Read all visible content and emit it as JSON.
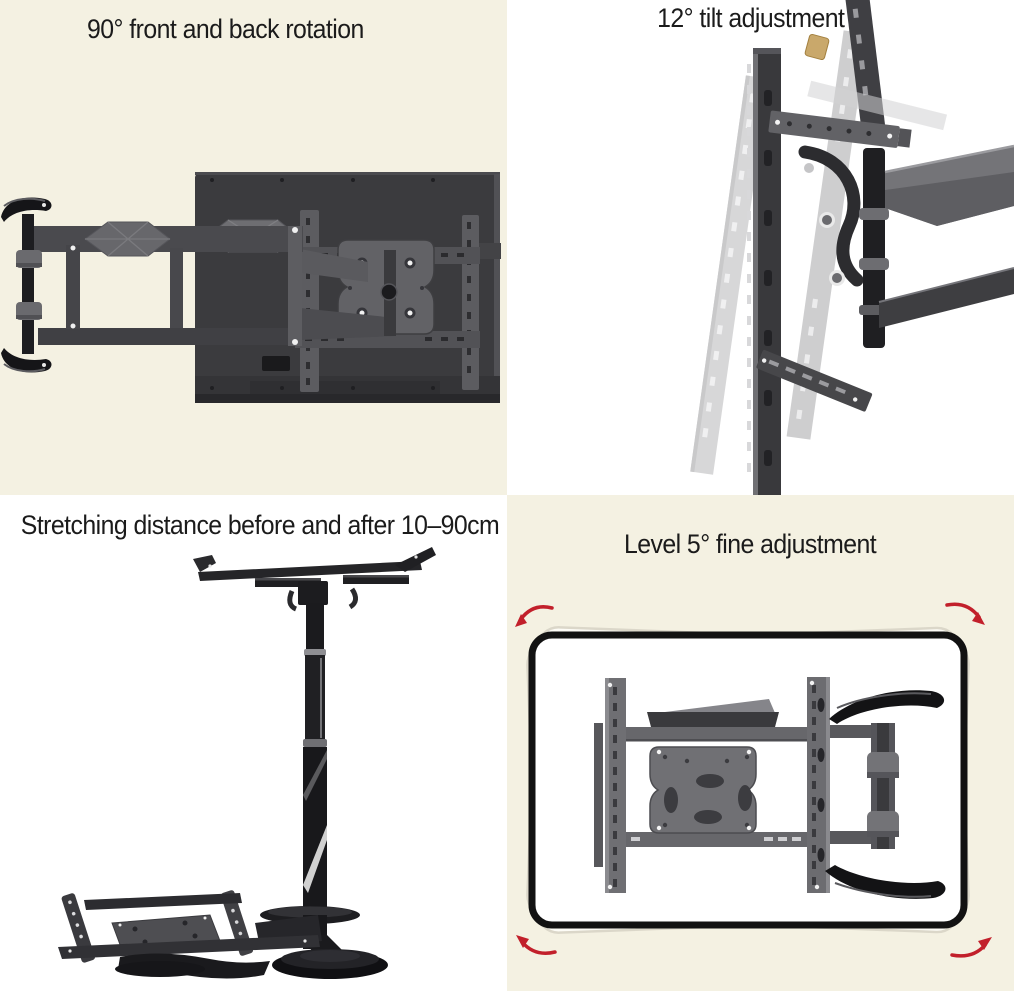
{
  "page": {
    "type": "product-feature-collage",
    "subject": "articulating TV wall mount bracket",
    "grid": "2x2"
  },
  "colors": {
    "cream_background": "#f4f1e2",
    "white_background": "#ffffff",
    "caption_text": "#1b1b1b",
    "red_arrow": "#c2202b",
    "tv_back": "#3b3b3e",
    "metal_mid": "#6b6b6f",
    "metal_dark": "#47474b",
    "black_part": "#1b1b1d",
    "gold_clip": "#c9a86b"
  },
  "specs": {
    "rotation": "90°",
    "tilt": "12°",
    "stretch_range": "10–90cm",
    "level_adjust": "5°"
  },
  "icons": {
    "rotate_arrow": "curved red arrow (fine level rotation indicator)"
  },
  "panels": [
    {
      "id": "rotation",
      "caption": "90° front and back rotation",
      "background": "#f4f1e2"
    },
    {
      "id": "tilt",
      "caption": "12° tilt adjustment",
      "background": "#ffffff"
    },
    {
      "id": "stretch",
      "caption": "Stretching distance before and after 10–90cm",
      "background": "#ffffff"
    },
    {
      "id": "level",
      "caption": "Level 5° fine adjustment",
      "background": "#f4f1e2"
    }
  ]
}
